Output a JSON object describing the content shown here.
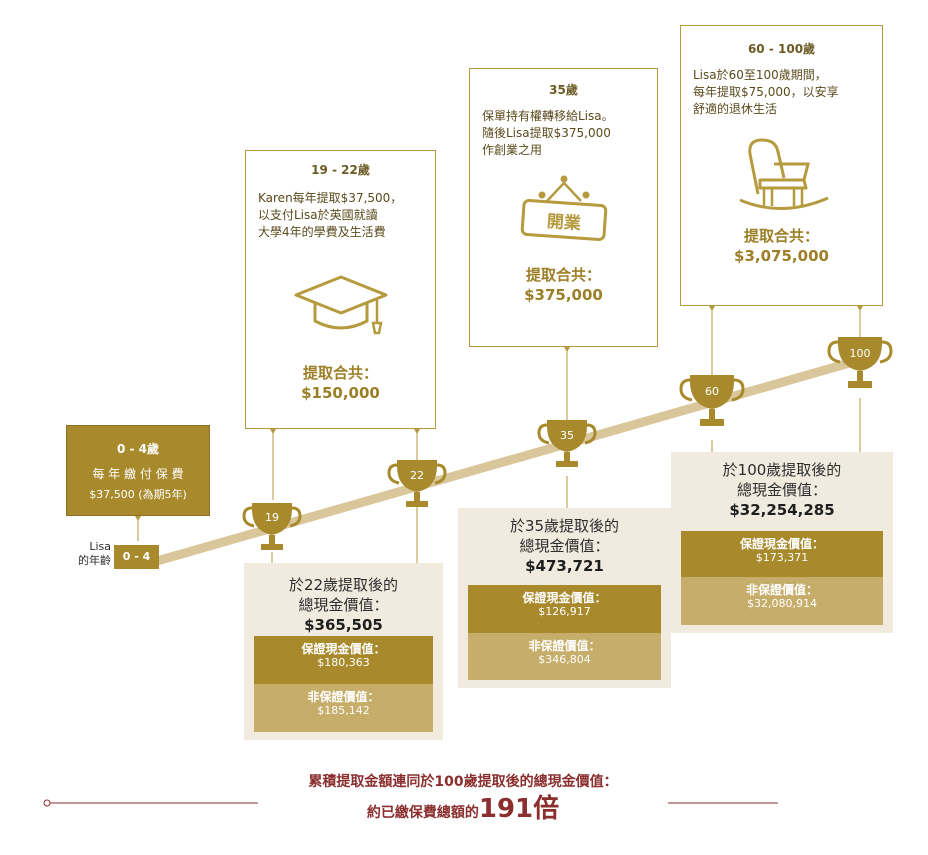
{
  "start": {
    "title": "0 - 4歲",
    "line1": "每 年 繳 付 保 費",
    "line2": "$37,500 (為期5年)",
    "age_label": "Lisa\n的年齡",
    "age_value": "0 - 4"
  },
  "trophies": [
    "19",
    "22",
    "35",
    "60",
    "100"
  ],
  "boxes": [
    {
      "title": "19 - 22歲",
      "desc": "Karen每年提取$37,500，\n以支付Lisa於英國就讀\n大學4年的學費及生活費",
      "total_label": "提取合共：",
      "total_value": "$150,000",
      "icon": "graduation-cap-icon"
    },
    {
      "title": "35歲",
      "desc": "保單持有權轉移給Lisa。\n隨後Lisa提取$375,000\n作創業之用",
      "sign_text": "開業",
      "total_label": "提取合共：",
      "total_value": "$375,000",
      "icon": "open-sign-icon"
    },
    {
      "title": "60 - 100歲",
      "desc": "Lisa於60至100歲期間，\n每年提取$75,000，以安享\n舒適的退休生活",
      "total_label": "提取合共：",
      "total_value": "$3,075,000",
      "icon": "rocking-chair-icon"
    }
  ],
  "panels": [
    {
      "title": "於22歲提取後的\n總現金價值：",
      "total": "$365,505",
      "guaranteed_label": "保證現金價值：",
      "guaranteed_value": "$180,363",
      "non_guaranteed_label": "非保證價值：",
      "non_guaranteed_value": "$185,142"
    },
    {
      "title": "於35歲提取後的\n總現金價值：",
      "total": "$473,721",
      "guaranteed_label": "保證現金價值：",
      "guaranteed_value": "$126,917",
      "non_guaranteed_label": "非保證價值：",
      "non_guaranteed_value": "$346,804"
    },
    {
      "title": "於100歲提取後的\n總現金價值：",
      "total": "$32,254,285",
      "guaranteed_label": "保證現金價值：",
      "guaranteed_value": "$173,371",
      "non_guaranteed_label": "非保證價值：",
      "non_guaranteed_value": "$32,080,914"
    }
  ],
  "footer": {
    "line1": "累積提取金額連同於100歲提取後的總現金價值：",
    "line2_prefix": "約已繳保費總額的",
    "line2_big": "191倍"
  },
  "colors": {
    "gold": "#b59a3e",
    "gold_dark": "#a88a2d",
    "gold_light": "#c6ad6a",
    "beige": "#f1ebdf",
    "footer_red": "#8a2e2e"
  }
}
